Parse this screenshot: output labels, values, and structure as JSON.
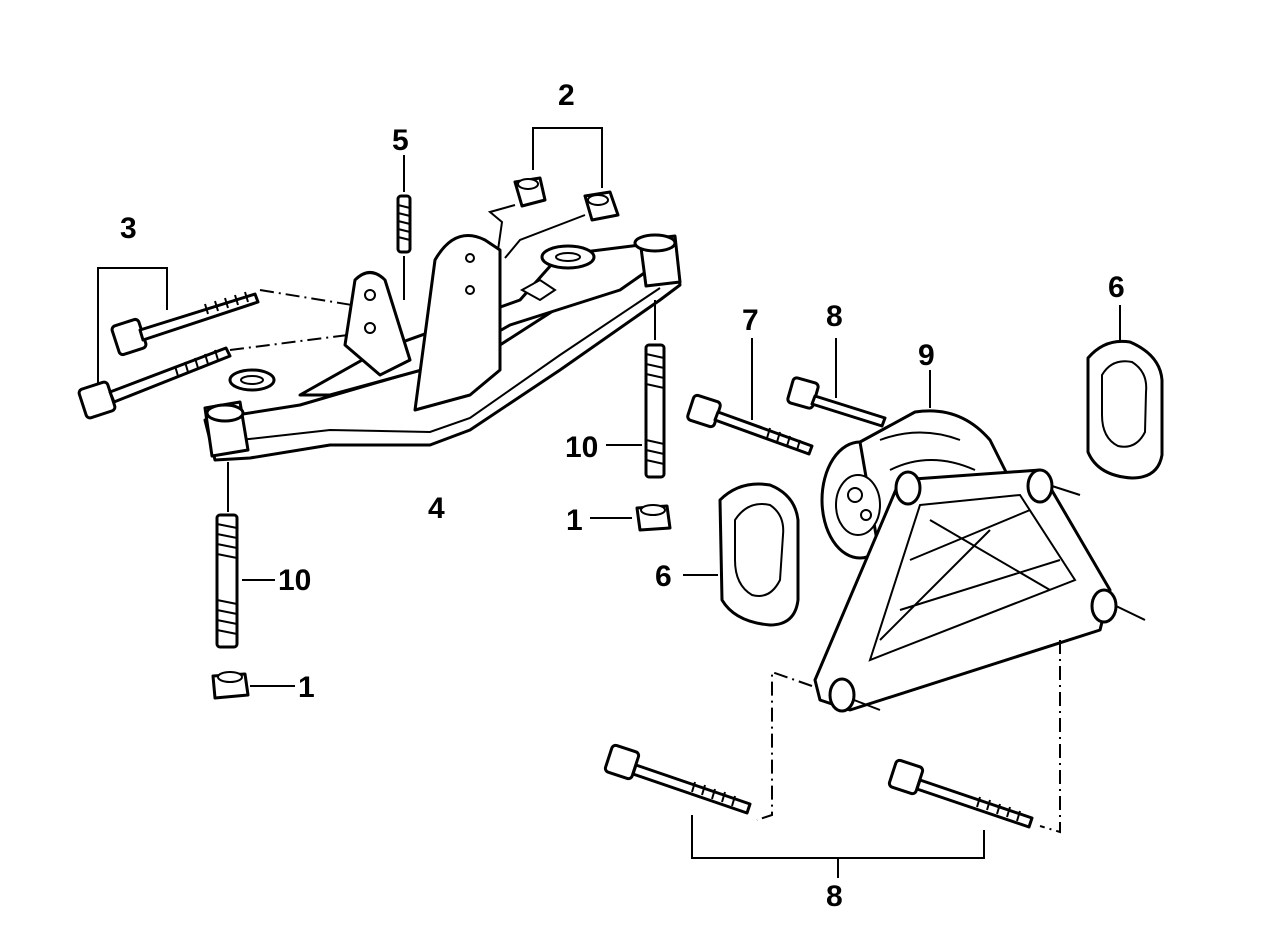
{
  "diagram": {
    "callouts": [
      {
        "id": "c1a",
        "label": "1"
      },
      {
        "id": "c1b",
        "label": "1"
      },
      {
        "id": "c2",
        "label": "2"
      },
      {
        "id": "c3",
        "label": "3"
      },
      {
        "id": "c4",
        "label": "4"
      },
      {
        "id": "c5",
        "label": "5"
      },
      {
        "id": "c6a",
        "label": "6"
      },
      {
        "id": "c6b",
        "label": "6"
      },
      {
        "id": "c7",
        "label": "7"
      },
      {
        "id": "c8a",
        "label": "8"
      },
      {
        "id": "c8b",
        "label": "8"
      },
      {
        "id": "c9",
        "label": "9"
      },
      {
        "id": "c10a",
        "label": "10"
      },
      {
        "id": "c10b",
        "label": "10"
      }
    ]
  }
}
